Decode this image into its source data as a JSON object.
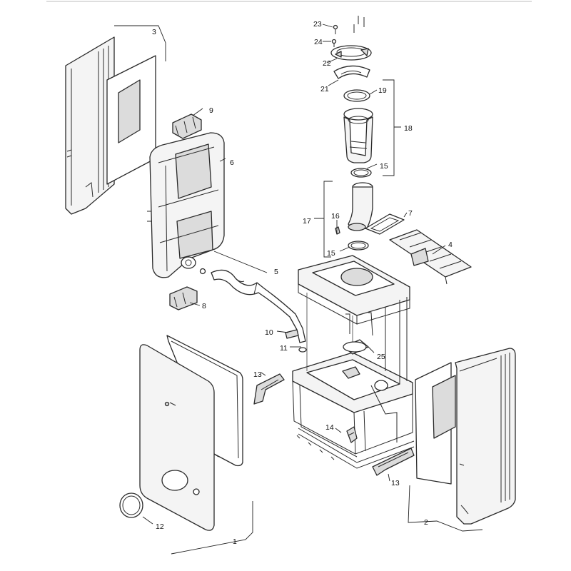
{
  "callouts": [
    {
      "id": "c1",
      "label": "1"
    },
    {
      "id": "c2",
      "label": "2"
    },
    {
      "id": "c3",
      "label": "3"
    },
    {
      "id": "c4",
      "label": "4"
    },
    {
      "id": "c5",
      "label": "5"
    },
    {
      "id": "c6",
      "label": "6"
    },
    {
      "id": "c7",
      "label": "7"
    },
    {
      "id": "c8",
      "label": "8"
    },
    {
      "id": "c9",
      "label": "9"
    },
    {
      "id": "c10",
      "label": "10"
    },
    {
      "id": "c11",
      "label": "11"
    },
    {
      "id": "c12",
      "label": "12"
    },
    {
      "id": "c13a",
      "label": "13"
    },
    {
      "id": "c13b",
      "label": "13"
    },
    {
      "id": "c14",
      "label": "14"
    },
    {
      "id": "c15a",
      "label": "15"
    },
    {
      "id": "c15b",
      "label": "15"
    },
    {
      "id": "c16",
      "label": "16"
    },
    {
      "id": "c17",
      "label": "17"
    },
    {
      "id": "c18",
      "label": "18"
    },
    {
      "id": "c19",
      "label": "19"
    },
    {
      "id": "c21",
      "label": "21"
    },
    {
      "id": "c22",
      "label": "22"
    },
    {
      "id": "c23",
      "label": "23"
    },
    {
      "id": "c24",
      "label": "24"
    },
    {
      "id": "c25",
      "label": "25"
    }
  ],
  "colors": {
    "line": "#2a2a2a",
    "fill": "#f4f4f4",
    "shade": "#dcdcdc"
  }
}
